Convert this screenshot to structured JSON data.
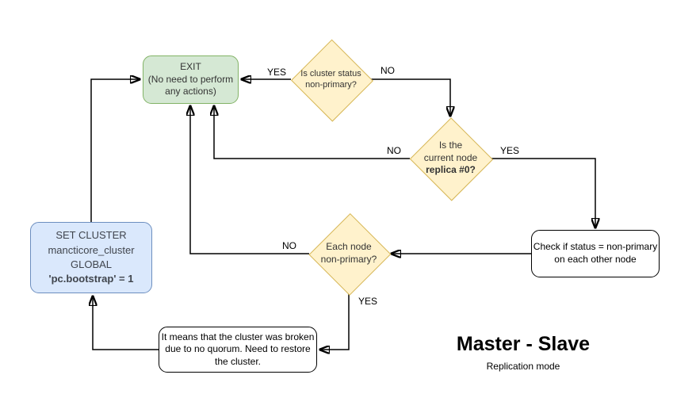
{
  "title": {
    "main": "Master - Slave",
    "subtitle": "Replication mode"
  },
  "nodes": {
    "exit": {
      "line1": "EXIT",
      "line2": "(No need to perform any actions)"
    },
    "cluster_status": {
      "line1": "Is cluster status",
      "line2": "non-primary?"
    },
    "current_node": {
      "line1": "Is the",
      "line2": "current node",
      "line3": "replica #0?"
    },
    "each_node": {
      "line1": "Each node",
      "line2": "non-primary?"
    },
    "check_status": {
      "text": "Check if status = non-primary on each other node"
    },
    "set_cluster": {
      "line1": "SET CLUSTER",
      "line2": "mancticore_cluster",
      "line3": "GLOBAL",
      "line4": "'pc.bootstrap' = 1"
    },
    "broken_cluster": {
      "text": "It means that the cluster was broken due to no quorum. Need to restore the cluster."
    }
  },
  "edge_labels": {
    "cluster_status_yes": "YES",
    "cluster_status_no": "NO",
    "current_node_no": "NO",
    "current_node_yes": "YES",
    "each_node_no": "NO",
    "each_node_yes": "YES"
  },
  "colors": {
    "diamond_fill": "#fff2cc",
    "diamond_border": "#d6b656",
    "exit_fill": "#d5e8d4",
    "exit_border": "#82b366",
    "set_cluster_fill": "#dae8fc",
    "set_cluster_border": "#6c8ebf",
    "box_fill": "#ffffff",
    "box_border": "#000000",
    "line_color": "#000000"
  }
}
